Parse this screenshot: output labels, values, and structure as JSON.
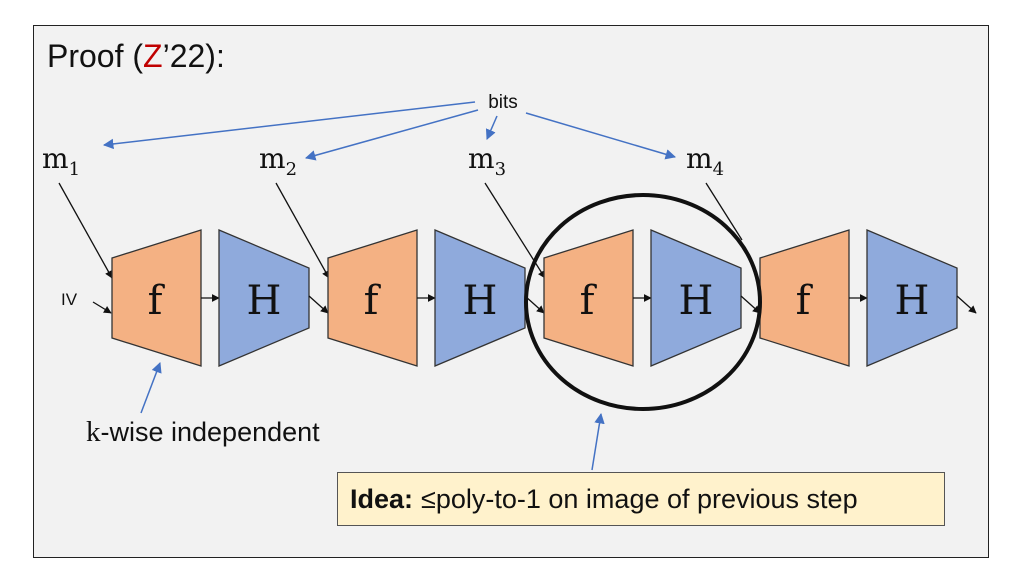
{
  "title": {
    "prefix": "Proof (",
    "highlight": "Z",
    "suffix": "’22):"
  },
  "bits_label": "bits",
  "iv_label": "IV",
  "messages": [
    {
      "base": "m",
      "sub": "1"
    },
    {
      "base": "m",
      "sub": "2"
    },
    {
      "base": "m",
      "sub": "3"
    },
    {
      "base": "m",
      "sub": "4"
    }
  ],
  "stages": [
    {
      "f_label": "f",
      "h_label": "H"
    },
    {
      "f_label": "f",
      "h_label": "H"
    },
    {
      "f_label": "f",
      "h_label": "H"
    },
    {
      "f_label": "f",
      "h_label": "H"
    }
  ],
  "kwise": {
    "k": "k",
    "rest": "-wise independent"
  },
  "idea": {
    "bold": "Idea:",
    "text": "≤poly-to-1 on image of previous step"
  },
  "colors": {
    "f_fill": "#f4b183",
    "h_fill": "#8faadc",
    "arrow_blue": "#4472c4",
    "highlight_red": "#c00000",
    "idea_bg": "#fff2cc"
  }
}
